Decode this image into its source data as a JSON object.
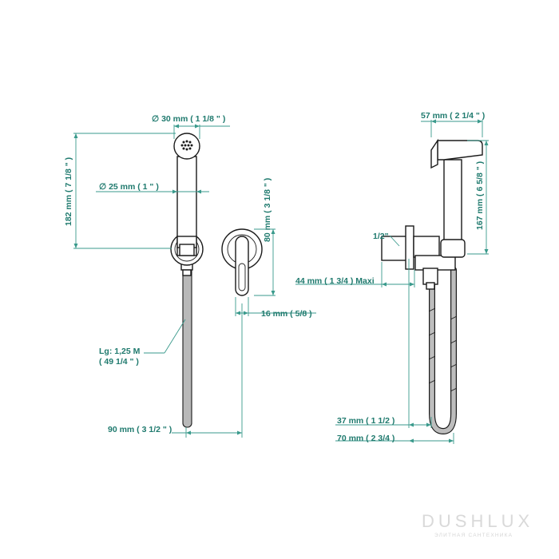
{
  "dimensions": {
    "head_diameter": "∅ 30 mm ( 1 1/8 \" )",
    "handle_diameter": "∅ 25 mm ( 1 \" )",
    "height_total": "182 mm ( 7 1/8 \" )",
    "hose_length_line1": "Lg: 1,25 M",
    "hose_length_line2": "( 49 1/4 \" )",
    "holder_height": "80 mm ( 3 1/8 \" )",
    "holder_depth": "16 mm ( 5/8 )",
    "left_width": "90 mm ( 3 1/2 \" )",
    "side_width_top": "57 mm ( 2 1/4 \" )",
    "side_height": "167 mm ( 6 5/8 \" )",
    "thread": "1/2\"",
    "projection_max": "44 mm ( 1 3/4 )  Maxi",
    "depth_37": "37 mm ( 1 1/2 )",
    "depth_70": "70 mm ( 2 3/4 )"
  },
  "watermark": {
    "brand": "DUSHLUX",
    "tagline": "ЭЛИТНАЯ САНТЕХНИКА"
  },
  "colors": {
    "dimension": "#1f7a6e",
    "line": "#1a1a1a",
    "hose": "#b9b9b9"
  }
}
